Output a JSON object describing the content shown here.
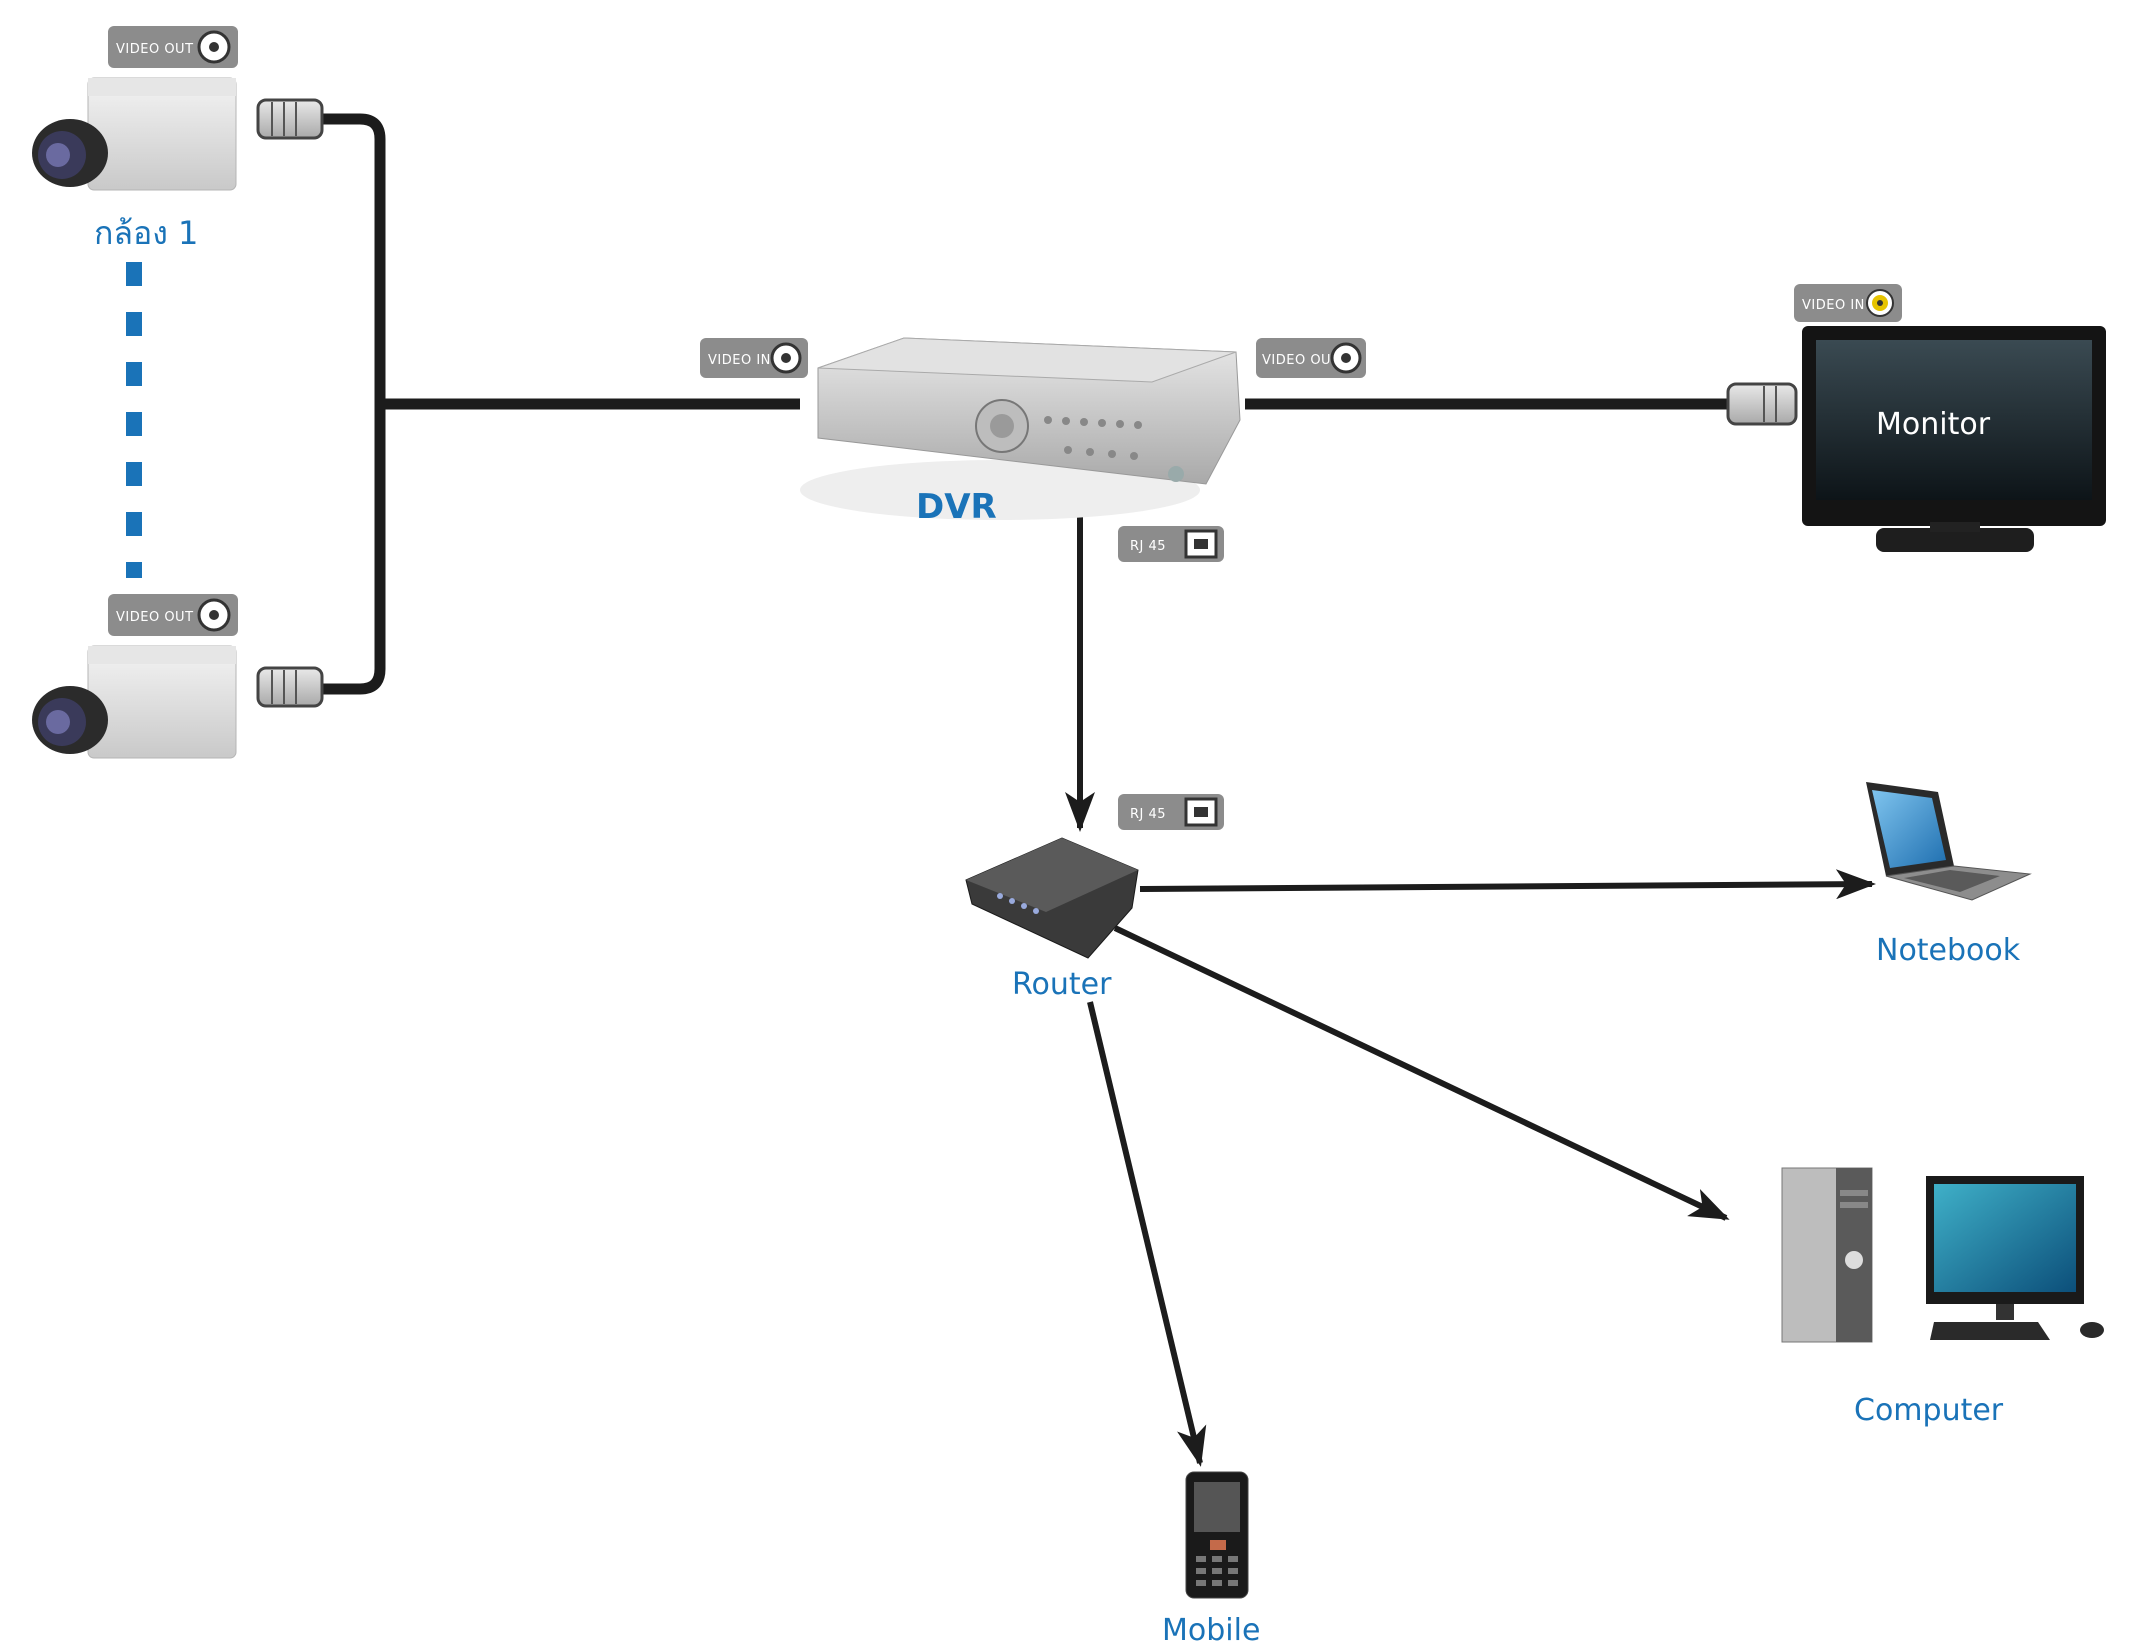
{
  "devices": {
    "camera1_label": "กล้อง 1",
    "dvr_label": "DVR",
    "monitor_label": "Monitor",
    "router_label": "Router",
    "notebook_label": "Notebook",
    "computer_label": "Computer",
    "mobile_label": "Mobile"
  },
  "ports": {
    "video_out": "VIDEO OUT",
    "video_in": "VIDEO IN",
    "rj45": "RJ 45"
  },
  "colors": {
    "label_blue": "#1a73b8",
    "cable_black": "#1c1c1c",
    "badge_gray": "#8c8c8c",
    "dvr_silver": "#cfcfcf",
    "monitor_black": "#141414"
  }
}
